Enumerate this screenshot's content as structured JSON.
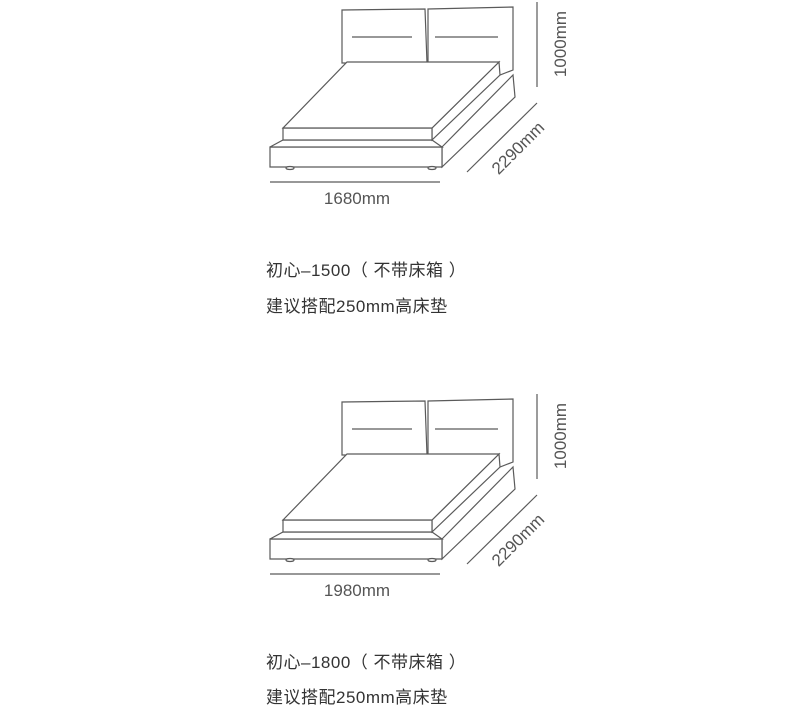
{
  "products": [
    {
      "width_label": "1680mm",
      "length_label": "2290mm",
      "height_label": "1000mm",
      "title": "初心–1500（ 不带床箱 ）",
      "note": "建议搭配250mm高床垫"
    },
    {
      "width_label": "1980mm",
      "length_label": "2290mm",
      "height_label": "1000mm",
      "title": "初心–1800（ 不带床箱 ）",
      "note": "建议搭配250mm高床垫"
    }
  ]
}
